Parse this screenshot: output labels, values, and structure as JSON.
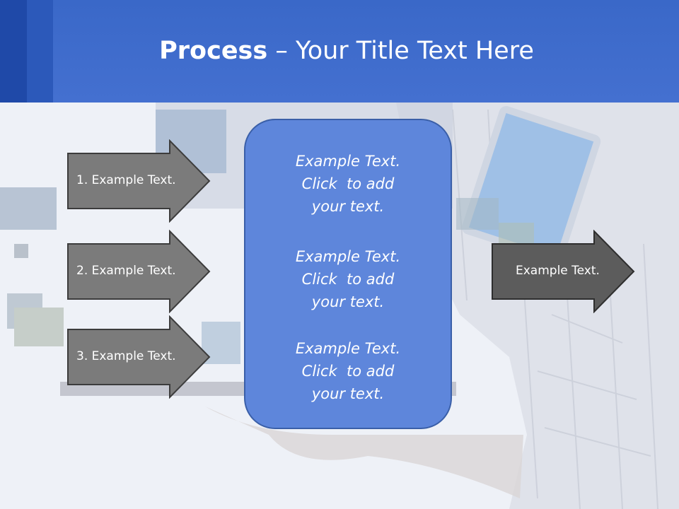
{
  "title": {
    "bold": "Process",
    "rest": " – Your Title Text Here"
  },
  "left_arrows": [
    {
      "label": "1. Example Text."
    },
    {
      "label": "2. Example Text."
    },
    {
      "label": "3. Example Text."
    }
  ],
  "center_box": {
    "blocks": [
      {
        "line1": "Example Text.",
        "line2": "Click  to add",
        "line3": "your text."
      },
      {
        "line1": "Example Text.",
        "line2": "Click  to add",
        "line3": "your text."
      },
      {
        "line1": "Example Text.",
        "line2": "Click  to add",
        "line3": "your text."
      }
    ]
  },
  "right_arrow": {
    "label": "Example Text."
  },
  "colors": {
    "header": "#4470d0",
    "center_box": "#5e86db",
    "left_arrow": "#7b7b7b",
    "right_arrow": "#5c5c5c"
  }
}
